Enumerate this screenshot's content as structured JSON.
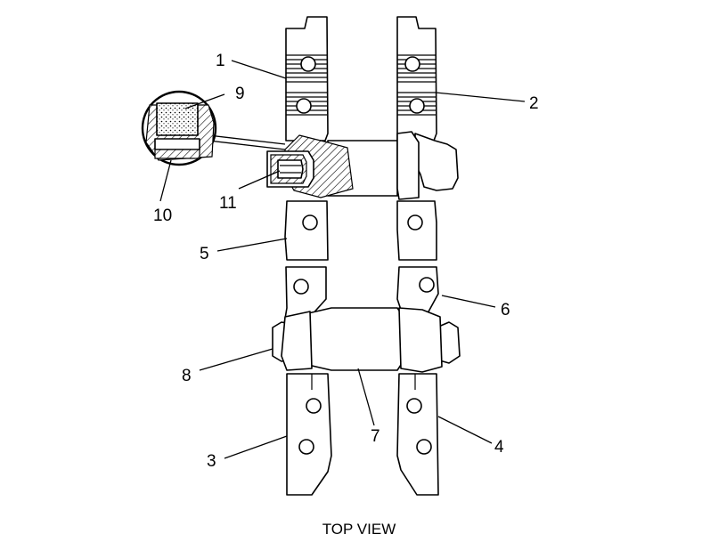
{
  "title": "TOP VIEW",
  "callouts": [
    {
      "id": "1",
      "label": "1"
    },
    {
      "id": "2",
      "label": "2"
    },
    {
      "id": "3",
      "label": "3"
    },
    {
      "id": "4",
      "label": "4"
    },
    {
      "id": "5",
      "label": "5"
    },
    {
      "id": "6",
      "label": "6"
    },
    {
      "id": "7",
      "label": "7"
    },
    {
      "id": "8",
      "label": "8"
    },
    {
      "id": "9",
      "label": "9"
    },
    {
      "id": "10",
      "label": "10"
    },
    {
      "id": "11",
      "label": "11"
    }
  ]
}
